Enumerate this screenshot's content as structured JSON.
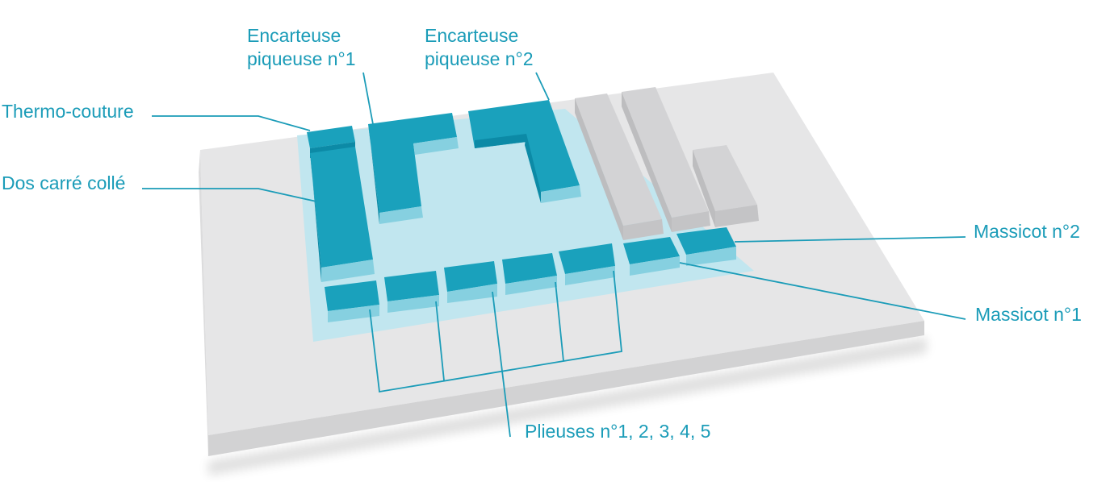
{
  "labels": {
    "thermo_couture": "Thermo-couture",
    "dos_carre_colle": "Dos carré collé",
    "encarteuse_1_line1": "Encarteuse",
    "encarteuse_1_line2": "piqueuse n°1",
    "encarteuse_2_line1": "Encarteuse",
    "encarteuse_2_line2": "piqueuse n°2",
    "massicot_2": "Massicot n°2",
    "massicot_1": "Massicot n°1",
    "plieuses": "Plieuses n°1, 2, 3, 4, 5"
  },
  "colors": {
    "machine_top": "#1aa1bc",
    "machine_side": "#0c8aa6",
    "machine_front": "#86d0e0",
    "zone": "#c1e6ef",
    "gray_top": "#d3d3d5",
    "gray_side": "#c4c4c6",
    "floor_top": "#e6e6e7",
    "floor_side": "#d2d2d3",
    "leader_line": "#1b9cb8",
    "label_text": "#1b9cb8"
  }
}
